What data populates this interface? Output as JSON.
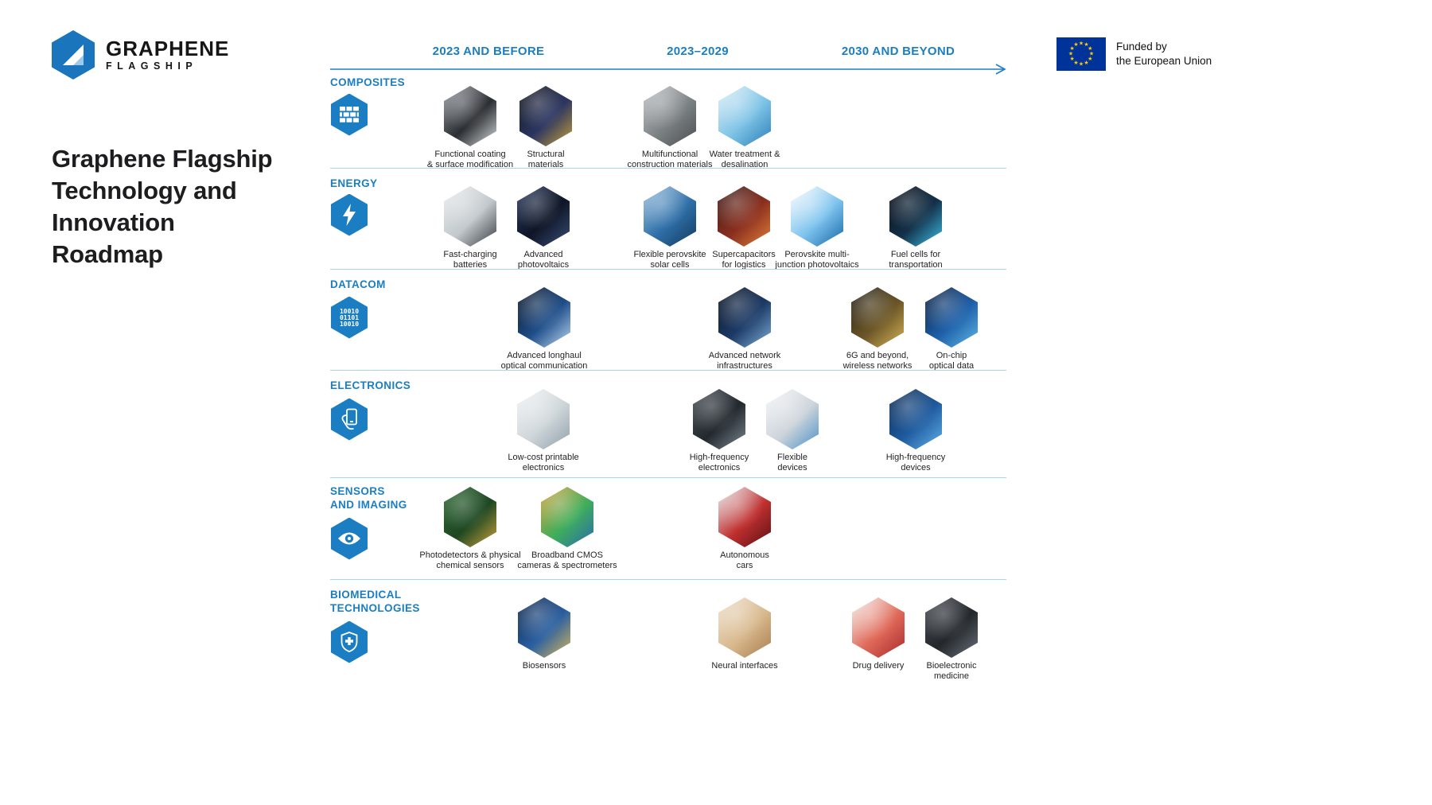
{
  "header": {
    "logo": {
      "line1": "GRAPHENE",
      "line2": "FLAGSHIP"
    },
    "funding": {
      "line1": "Funded by",
      "line2": "the European Union"
    }
  },
  "title": {
    "lines": [
      "Graphene Flagship",
      "Technology and",
      "Innovation",
      "Roadmap"
    ]
  },
  "timeline": {
    "columns": [
      "2023 AND BEFORE",
      "2023–2029",
      "2030 AND BEYOND"
    ]
  },
  "colors": {
    "accent_blue": "#1b7ec2",
    "divider_blue": "#a9d6f0",
    "text_dark": "#231f20",
    "eu_flag_blue": "#003399",
    "eu_star_yellow": "#ffcc00"
  },
  "rows": [
    {
      "label_lines": [
        "COMPOSITES"
      ],
      "icon": "bricks-icon",
      "items": [
        {
          "lines": [
            "Functional coating",
            "& surface modification"
          ],
          "colors": [
            "#9aa0a6",
            "#2a2d31",
            "#d9dcde"
          ]
        },
        {
          "lines": [
            "Structural",
            "materials"
          ],
          "colors": [
            "#14161c",
            "#2a3560",
            "#c8a13a"
          ]
        },
        {
          "lines": [
            "Multifunctional",
            "construction materials"
          ],
          "colors": [
            "#c4c8ca",
            "#7c8184",
            "#4a4e50"
          ]
        },
        {
          "lines": [
            "Water treatment &",
            "desalination"
          ],
          "colors": [
            "#dff0f7",
            "#7ec3e6",
            "#2a7fb8"
          ]
        }
      ]
    },
    {
      "label_lines": [
        "ENERGY"
      ],
      "icon": "bolt-icon",
      "items": [
        {
          "lines": [
            "Fast-charging",
            "batteries"
          ],
          "colors": [
            "#eceef0",
            "#c2c8cc",
            "#3a3e42"
          ]
        },
        {
          "lines": [
            "Advanced",
            "photovoltaics"
          ],
          "colors": [
            "#2a3a5e",
            "#0e1526",
            "#3a4f7a"
          ]
        },
        {
          "lines": [
            "Flexible perovskite",
            "solar cells"
          ],
          "colors": [
            "#9fc4e0",
            "#2f6fa8",
            "#123a5e"
          ]
        },
        {
          "lines": [
            "Supercapacitors",
            "for logistics"
          ],
          "colors": [
            "#3a1c18",
            "#8a2f1f",
            "#e0803a"
          ]
        },
        {
          "lines": [
            "Perovskite multi-",
            "junction photovoltaics"
          ],
          "colors": [
            "#ffffff",
            "#7fc4ee",
            "#1565a8"
          ]
        },
        {
          "lines": [
            "Fuel cells for",
            "transportation"
          ],
          "colors": [
            "#0a0e16",
            "#123048",
            "#3fc0e8"
          ]
        }
      ]
    },
    {
      "label_lines": [
        "DATACOM"
      ],
      "icon": "binary-icon",
      "items": [
        {
          "lines": [
            "Advanced longhaul",
            "optical communication"
          ],
          "colors": [
            "#0c1422",
            "#1f4e8a",
            "#bcd9f2"
          ]
        },
        {
          "lines": [
            "Advanced network",
            "infrastructures"
          ],
          "colors": [
            "#0a1220",
            "#1c3a66",
            "#7fb0d8"
          ]
        },
        {
          "lines": [
            "6G and beyond,",
            "wireless networks"
          ],
          "colors": [
            "#24201a",
            "#6a5526",
            "#d8b45a"
          ]
        },
        {
          "lines": [
            "On-chip",
            "optical data"
          ],
          "colors": [
            "#0c1e3a",
            "#1e5fa8",
            "#5fb8e8"
          ]
        }
      ]
    },
    {
      "label_lines": [
        "ELECTRONICS"
      ],
      "icon": "phone-hand-icon",
      "items": [
        {
          "lines": [
            "Low-cost printable",
            "electronics"
          ],
          "colors": [
            "#f2f4f6",
            "#cfd6da",
            "#8fa0aa"
          ]
        },
        {
          "lines": [
            "High-frequency",
            "electronics"
          ],
          "colors": [
            "#4a525a",
            "#23282e",
            "#7c8790"
          ]
        },
        {
          "lines": [
            "Flexible",
            "devices"
          ],
          "colors": [
            "#f5f6f8",
            "#cdd4da",
            "#4a90c8"
          ]
        },
        {
          "lines": [
            "High-frequency",
            "devices"
          ],
          "colors": [
            "#0e2a4e",
            "#1e5a9e",
            "#63b2ea"
          ]
        }
      ]
    },
    {
      "label_lines": [
        "SENSORS",
        "AND IMAGING"
      ],
      "icon": "eye-icon",
      "items": [
        {
          "lines": [
            "Photodetectors & physical",
            "chemical sensors"
          ],
          "colors": [
            "#2f6a34",
            "#1d4722",
            "#caa23a"
          ]
        },
        {
          "lines": [
            "Broadband CMOS",
            "cameras & spectrometers"
          ],
          "colors": [
            "#d8a23a",
            "#3fae5a",
            "#2a6ab0"
          ]
        },
        {
          "lines": [
            "Autonomous",
            "cars"
          ],
          "colors": [
            "#e8ecef",
            "#c03030",
            "#5a0f14"
          ]
        }
      ]
    },
    {
      "label_lines": [
        "BIOMEDICAL",
        "TECHNOLOGIES"
      ],
      "icon": "medical-shield-icon",
      "items": [
        {
          "lines": [
            "Biosensors"
          ],
          "colors": [
            "#10264a",
            "#2a5fa0",
            "#d8b85a"
          ]
        },
        {
          "lines": [
            "Neural interfaces"
          ],
          "colors": [
            "#f0e2cf",
            "#d8b98e",
            "#a87c4e"
          ]
        },
        {
          "lines": [
            "Drug delivery"
          ],
          "colors": [
            "#f5f1ec",
            "#e06a5a",
            "#a82a2a"
          ]
        },
        {
          "lines": [
            "Bioelectronic",
            "medicine"
          ],
          "colors": [
            "#4a4f56",
            "#23272c",
            "#6a727a"
          ]
        }
      ]
    }
  ]
}
